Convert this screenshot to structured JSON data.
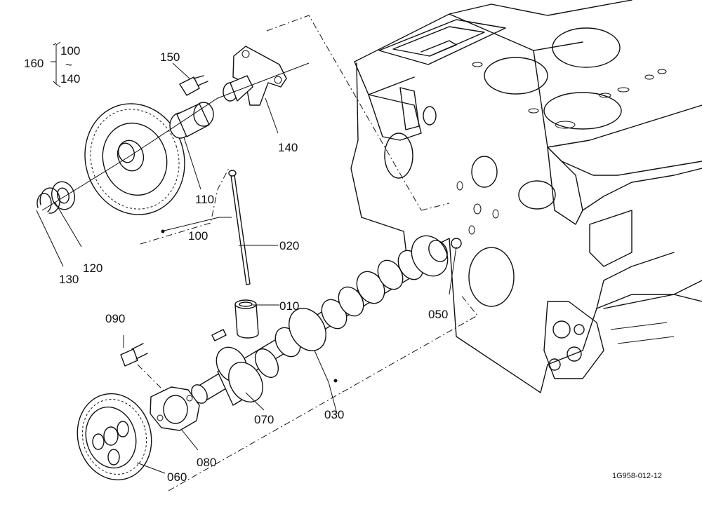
{
  "figure": {
    "reference_code": "1G958-012-12",
    "assembly_group": {
      "label": "160",
      "range_start": "100",
      "range_separator": "~",
      "range_end": "140"
    },
    "callouts": {
      "p150": "150",
      "p140": "140",
      "p110": "110",
      "p100": "100",
      "p120": "120",
      "p130": "130",
      "p020": "020",
      "p010": "010",
      "p050": "050",
      "p090": "090",
      "p070": "070",
      "p030": "030",
      "p080": "080",
      "p060": "060"
    }
  }
}
